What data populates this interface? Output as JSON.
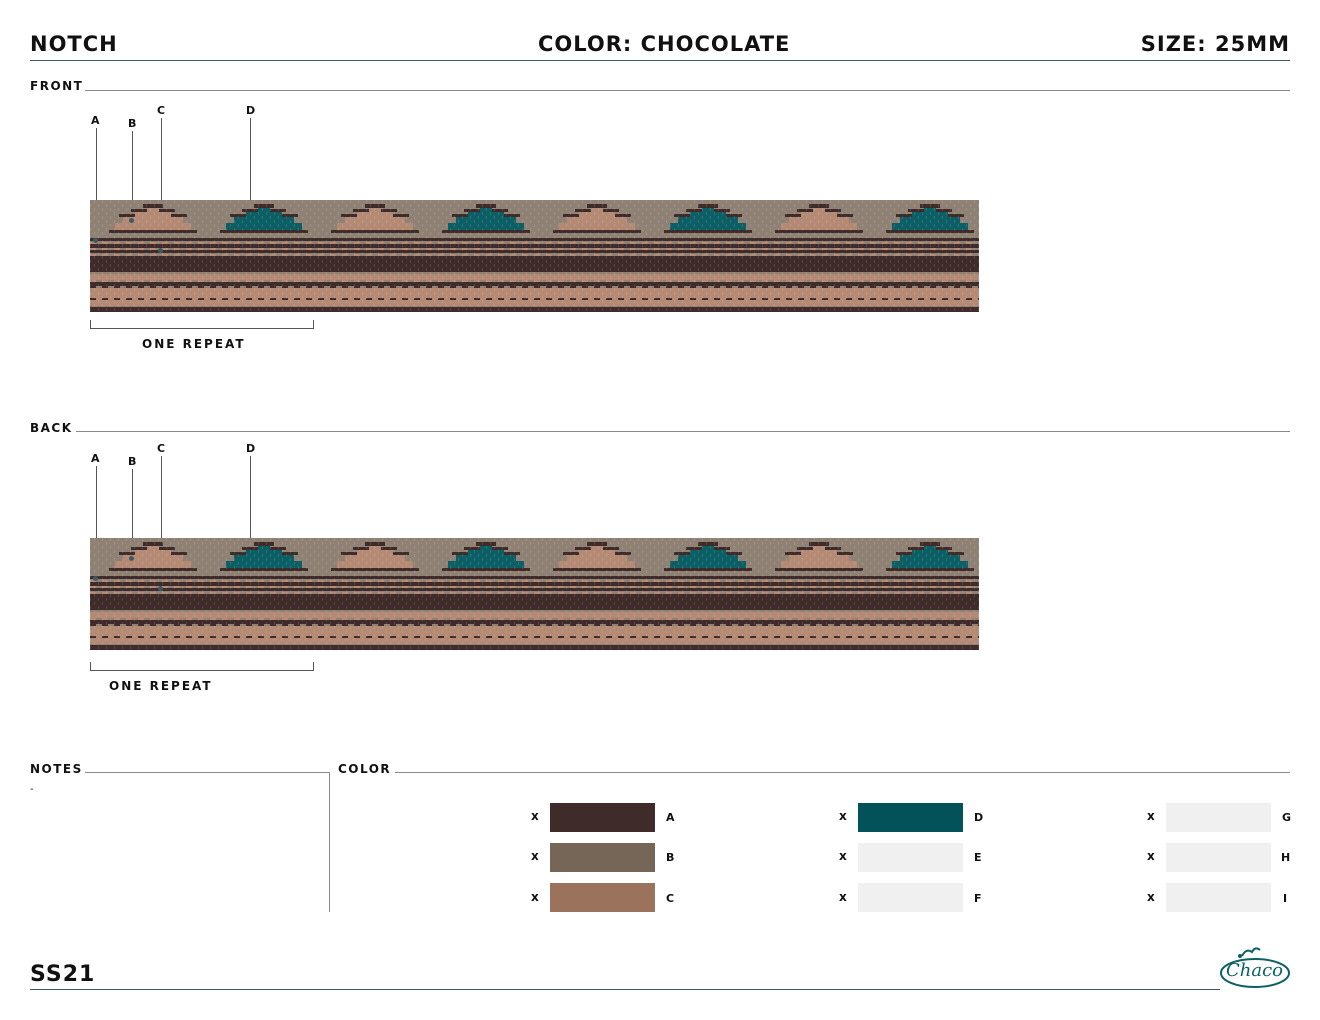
{
  "header": {
    "style": "NOTCH",
    "color_label": "COLOR: CHOCOLATE",
    "size_label": "SIZE: 25MM"
  },
  "front": {
    "title": "FRONT",
    "callouts": [
      "A",
      "B",
      "C",
      "D"
    ],
    "repeat_label": "ONE REPEAT"
  },
  "back": {
    "title": "BACK",
    "callouts": [
      "A",
      "B",
      "C",
      "D"
    ],
    "repeat_label": "ONE REPEAT"
  },
  "notes": {
    "title": "NOTES",
    "text": "-"
  },
  "color_section": {
    "title": "COLOR",
    "swatches": [
      {
        "mark": "x",
        "label": "A",
        "hex": "#3f2b2a"
      },
      {
        "mark": "x",
        "label": "B",
        "hex": "#766657"
      },
      {
        "mark": "x",
        "label": "C",
        "hex": "#9b725c"
      },
      {
        "mark": "x",
        "label": "D",
        "hex": "#03525a"
      },
      {
        "mark": "x",
        "label": "E",
        "hex": "#f0f0f0"
      },
      {
        "mark": "x",
        "label": "F",
        "hex": "#f0f0f0"
      },
      {
        "mark": "x",
        "label": "G",
        "hex": "#f0f0f0"
      },
      {
        "mark": "x",
        "label": "H",
        "hex": "#f0f0f0"
      },
      {
        "mark": "x",
        "label": "I",
        "hex": "#f0f0f0"
      }
    ]
  },
  "footer": {
    "season": "SS21",
    "brand": "Chaco"
  },
  "palette": {
    "ground": "#8f8274",
    "dark": "#3f2b2a",
    "tan": "#b48a74",
    "teal": "#0d5f66",
    "rule": "#3c5a66"
  }
}
